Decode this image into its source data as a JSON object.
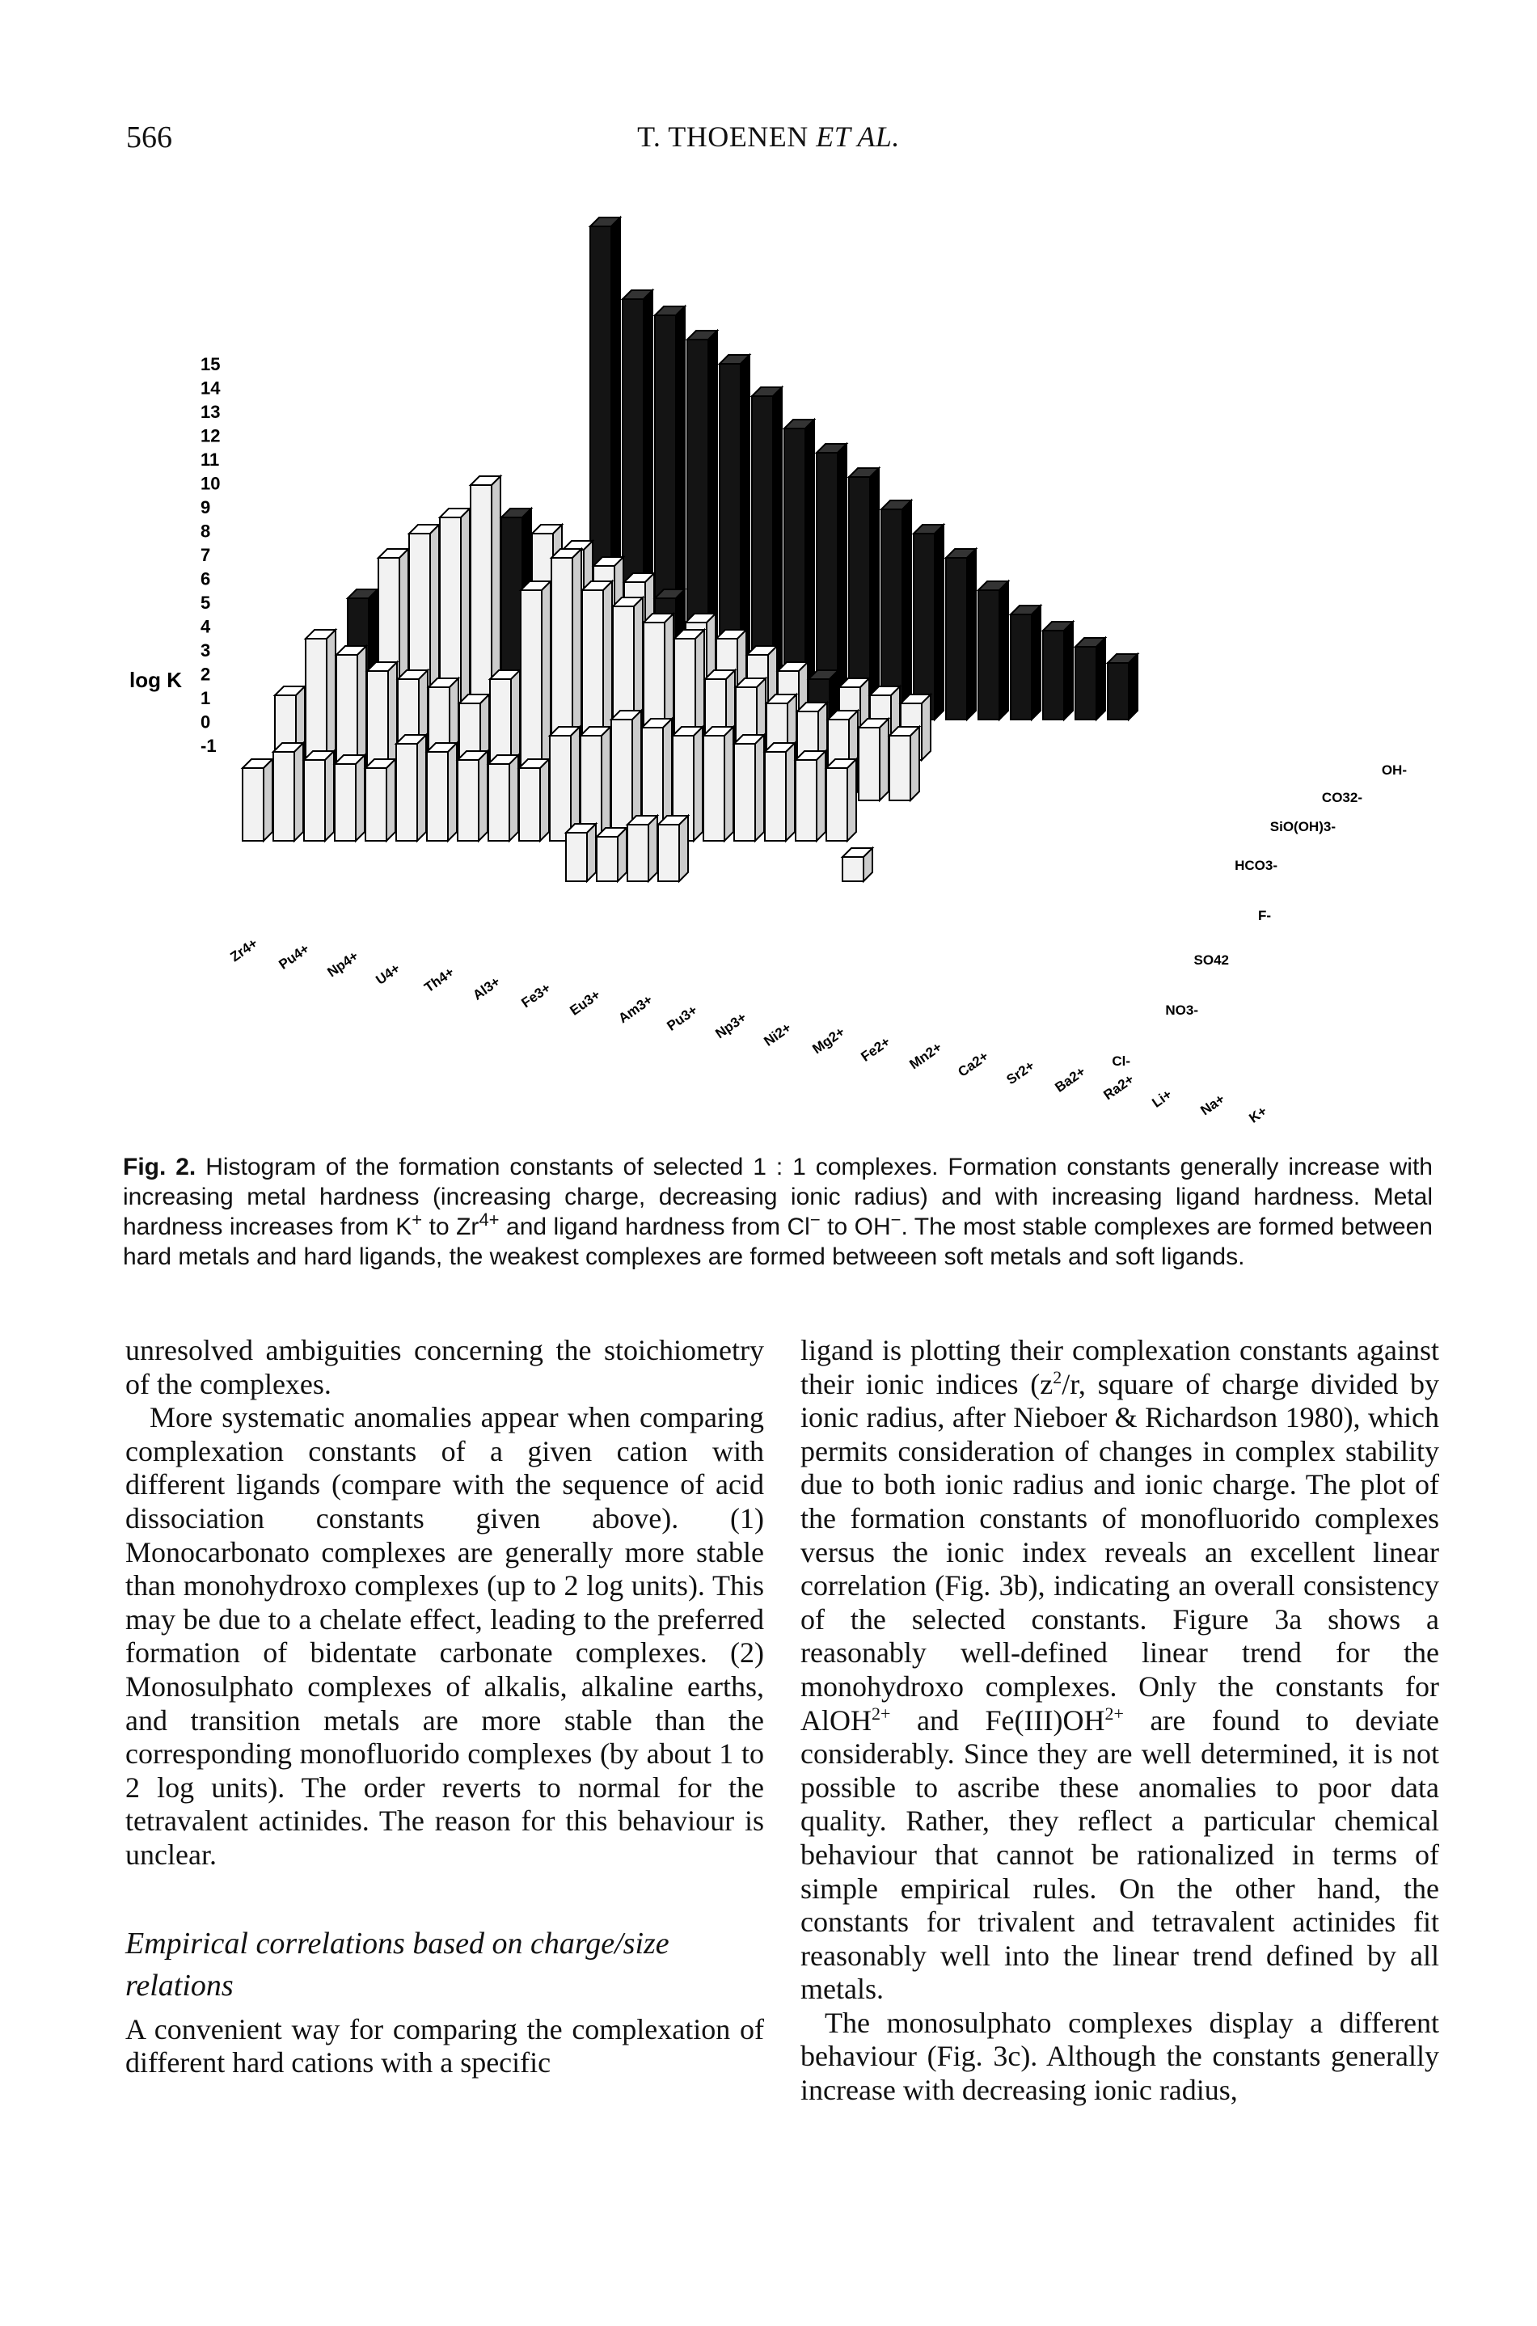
{
  "header": {
    "page_number": "566",
    "running_head": "T. THOENEN",
    "running_head_italic": "ET AL."
  },
  "figure": {
    "axis_label": "log K",
    "y_ticks": [
      "15",
      "14",
      "13",
      "12",
      "11",
      "10",
      "9",
      "8",
      "7",
      "6",
      "5",
      "4",
      "3",
      "2",
      "1",
      "0",
      "-1"
    ],
    "metals": [
      "Zr4+",
      "Pu4+",
      "Np4+",
      "U4+",
      "Th4+",
      "Al3+",
      "Fe3+",
      "Eu3+",
      "Am3+",
      "Pu3+",
      "Np3+",
      "Ni2+",
      "Mg2+",
      "Fe2+",
      "Mn2+",
      "Ca2+",
      "Sr2+",
      "Ba2+",
      "Ra2+",
      "Li+",
      "Na+",
      "K+"
    ],
    "ligands": [
      "OH-",
      "CO32-",
      "SiO(OH)3-",
      "HCO3-",
      "F-",
      "SO42",
      "NO3-",
      "Cl-"
    ],
    "bar_colors": {
      "light": "#f2f2f2",
      "dark": "#141414",
      "edge": "#000000"
    }
  },
  "caption": {
    "fig_label": "Fig. 2.",
    "s1": "Histogram of the formation constants of selected 1 : 1 complexes. Formation constants generally increase with increasing metal hardness (increasing charge, decreasing ionic radius) and with increasing ligand hardness. Metal hardness increases from K",
    "s1_sup": "+",
    "s2": " to Zr",
    "s2_sup": "4+",
    "s3": " and ligand hardness from Cl",
    "s3_sup": "−",
    "s4": " to OH",
    "s4_sup": "−",
    "s5": ". The most stable complexes are formed between hard metals and hard ligands, the weakest complexes are formed betweeen soft metals and soft ligands."
  },
  "left_column": {
    "p1": "unresolved ambiguities concerning the stoichiometry of the complexes.",
    "p2": "More systematic anomalies appear when comparing complexation constants of a given cation with different ligands (compare with the sequence of acid dissociation constants given above). (1) Monocarbonato complexes are generally more stable than monohydroxo complexes (up to 2 log units). This may be due to a chelate effect, leading to the preferred formation of bidentate carbonate complexes. (2) Monosulphato complexes of alkalis, alkaline earths, and transition metals are more stable than the corresponding monofluorido complexes (by about 1 to 2 log units). The order reverts to normal for the tetravalent actinides. The reason for this behaviour is unclear.",
    "heading": "Empirical correlations based on charge/size relations",
    "p3": "A convenient way for comparing the complexation of different hard cations with a specific"
  },
  "right_column": {
    "p1_a": "ligand is plotting their complexation constants against their ionic indices (z",
    "p1_sup": "2",
    "p1_b": "/r, square of charge divided by ionic radius, after Nieboer & Richardson 1980), which permits consideration of changes in complex stability due to both ionic radius and ionic charge. The plot of the formation constants of monofluorido complexes versus the ionic index reveals an excellent linear correlation (Fig. 3b), indicating an overall consistency of the selected constants. Figure 3a shows a reasonably well-defined linear trend for the monohydroxo complexes. Only the constants for AlOH",
    "p1_sup2": "2+",
    "p1_c": " and Fe(III)OH",
    "p1_sup3": "2+",
    "p1_d": " are found to deviate considerably. Since they are well determined, it is not possible to ascribe these anomalies to poor data quality. Rather, they reflect a particular chemical behaviour that cannot be rationalized in terms of simple empirical rules. On the other hand, the constants for trivalent and tetravalent actinides fit reasonably well into the linear trend defined by all metals.",
    "p2": "The monosulphato complexes display a different behaviour (Fig. 3c). Although the constants generally increase with decreasing ionic radius,"
  }
}
